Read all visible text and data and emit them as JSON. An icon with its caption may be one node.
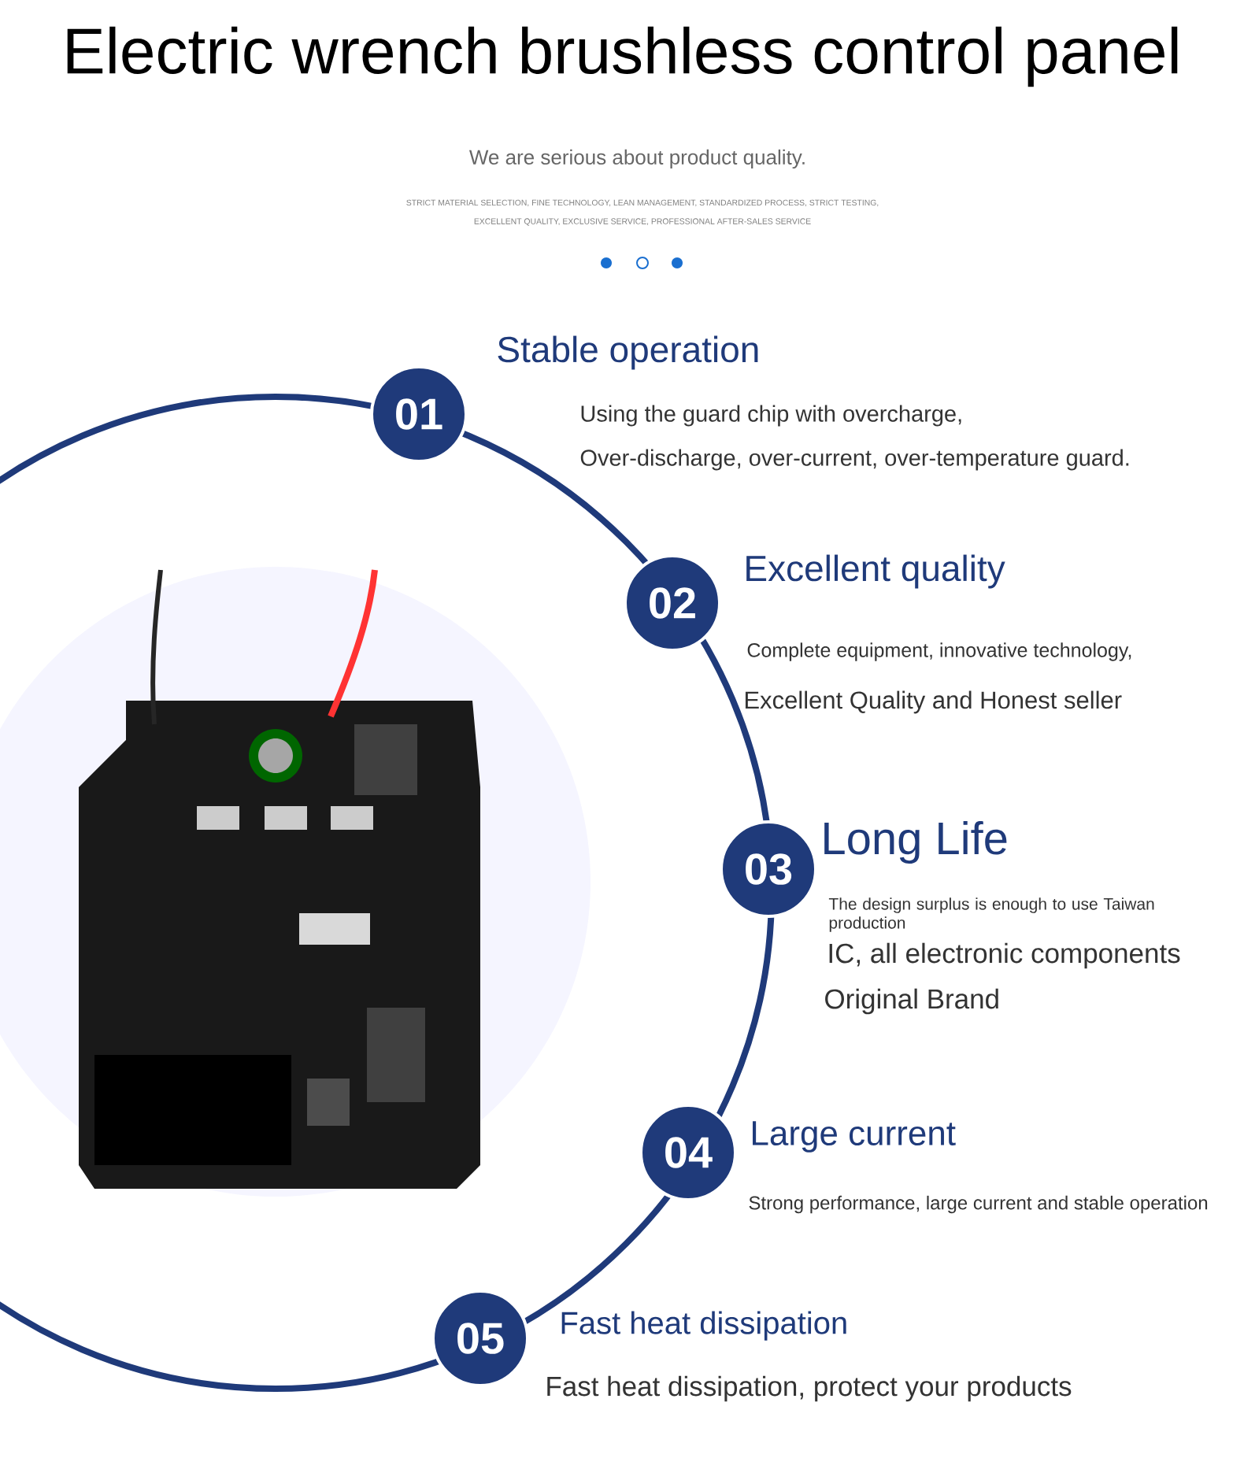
{
  "diagram": {
    "title": "Electric wrench brushless control panel",
    "nodes": [
      {
        "text": [
          "01"
        ],
        "beside": [
          "Stable operation",
          "Using the guard chip with overcharge,",
          "Over-discharge, over-current, over-temperature guard."
        ]
      },
      {
        "text": [
          "02"
        ],
        "beside": [
          "Excellent quality",
          "Complete equipment, innovative technology,",
          "Excellent Quality and Honest seller"
        ]
      },
      {
        "text": [
          "03"
        ],
        "beside": [
          "Long Life",
          "The design surplus is enough to use Taiwan production",
          "IC, all electronic components",
          "Original Brand"
        ]
      },
      {
        "text": [
          "04"
        ],
        "beside": [
          "Large current",
          "Strong performance, large current and stable operation"
        ]
      },
      {
        "text": [
          "05"
        ],
        "beside": [
          "Fast heat dissipation",
          "Fast heat dissipation, protect your products"
        ]
      }
    ],
    "labels": [
      "We are serious about product quality.",
      "STRICT MATERIAL SELECTION, FINE TECHNOLOGY, LEAN MANAGEMENT, STANDARDIZED PROCESS, STRICT TESTING,",
      "EXCELLENT QUALITY, EXCLUSIVE SERVICE, PROFESSIONAL AFTER-SALES SERVICE"
    ]
  }
}
